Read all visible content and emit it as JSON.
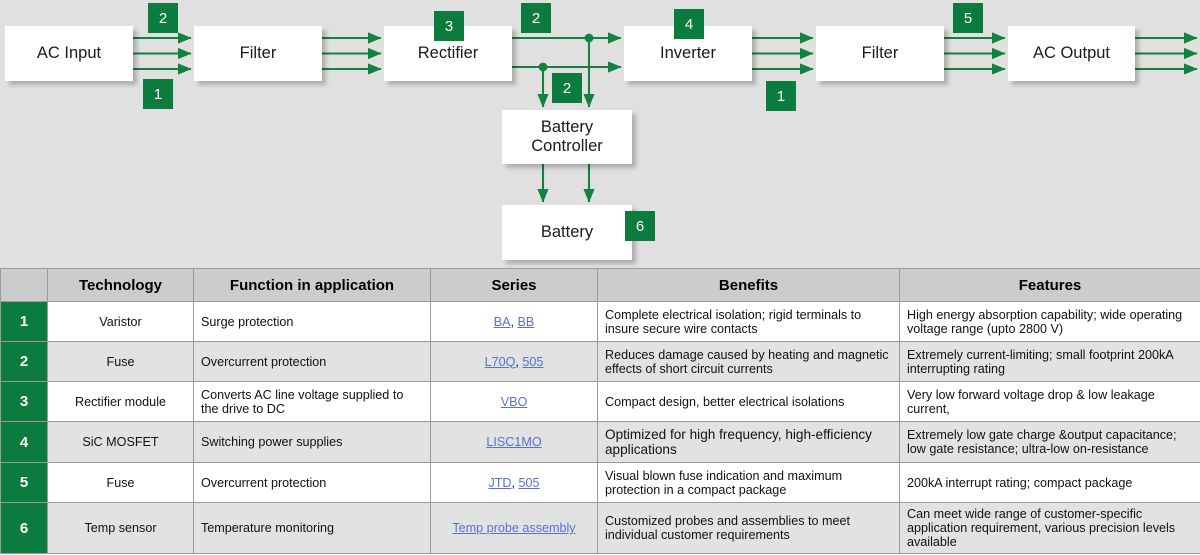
{
  "diagram": {
    "background_color": "#e0e0e0",
    "accent_color": "#0b7c3e",
    "nodes": [
      {
        "id": "ac-input",
        "label": "AC Input"
      },
      {
        "id": "filter-input",
        "label": "Filter"
      },
      {
        "id": "rectifier",
        "label": "Rectifier"
      },
      {
        "id": "inverter",
        "label": "Inverter"
      },
      {
        "id": "filter-output",
        "label": "Filter"
      },
      {
        "id": "ac-output",
        "label": "AC Output"
      },
      {
        "id": "battery-controller",
        "label": "Battery\nController"
      },
      {
        "id": "battery",
        "label": "Battery"
      }
    ],
    "node_labels": {
      "ac_input": "AC Input",
      "filter_input": "Filter",
      "rectifier": "Rectifier",
      "inverter": "Inverter",
      "filter_output": "Filter",
      "ac_output": "AC Output",
      "battery_controller_line1": "Battery",
      "battery_controller_line2": "Controller",
      "battery": "Battery"
    },
    "badges": [
      {
        "id": "badge-ac-in-top",
        "number": "2"
      },
      {
        "id": "badge-ac-in-bottom",
        "number": "1"
      },
      {
        "id": "badge-rectifier",
        "number": "3"
      },
      {
        "id": "badge-dc-bus",
        "number": "2"
      },
      {
        "id": "badge-battery-branch",
        "number": "2"
      },
      {
        "id": "badge-inverter",
        "number": "4"
      },
      {
        "id": "badge-inverter-out",
        "number": "1"
      },
      {
        "id": "badge-filter-out",
        "number": "5"
      },
      {
        "id": "badge-battery",
        "number": "6"
      }
    ]
  },
  "table": {
    "headers": [
      "",
      "Technology",
      "Function in application",
      "Series",
      "Benefits",
      "Features"
    ],
    "rows": [
      {
        "num": "1",
        "technology": "Varistor",
        "function": "Surge protection",
        "series_links": [
          "BA",
          "BB"
        ],
        "series_separator": ", ",
        "benefits": "Complete electrical isolation; rigid terminals to insure secure wire contacts",
        "features": "High energy absorption capability; wide operating voltage range (upto 2800 V)"
      },
      {
        "num": "2",
        "technology": "Fuse",
        "function": "Overcurrent protection",
        "series_links": [
          "L70Q",
          "505"
        ],
        "series_separator": ", ",
        "benefits": "Reduces damage caused by heating and magnetic effects of short circuit currents",
        "features": "Extremely current-limiting; small footprint 200kA interrupting rating"
      },
      {
        "num": "3",
        "technology": "Rectifier module",
        "function": "Converts AC line voltage supplied to the drive to DC",
        "series_links": [
          "VBO"
        ],
        "series_separator": "",
        "benefits": "Compact design, better electrical isolations",
        "features": "Very low forward voltage drop & low leakage current,"
      },
      {
        "num": "4",
        "technology": "SiC MOSFET",
        "function": "Switching power supplies",
        "series_links": [
          "LISC1MO"
        ],
        "series_separator": "",
        "benefits": "Optimized for high frequency, high-efficiency applications",
        "features": "Extremely low gate charge &output capacitance; low gate resistance; ultra-low on-resistance"
      },
      {
        "num": "5",
        "technology": "Fuse",
        "function": "Overcurrent protection",
        "series_links": [
          "JTD",
          "505"
        ],
        "series_separator": ", ",
        "benefits": "Visual blown fuse indication and maximum protection in a compact package",
        "features": "200kA  interrupt rating; compact package"
      },
      {
        "num": "6",
        "technology": "Temp sensor",
        "function": "Temperature monitoring",
        "series_links": [
          "Temp probe assembly"
        ],
        "series_separator": "",
        "benefits": "Customized probes and assemblies to meet individual customer requirements",
        "features": "Can meet wide range of customer-specific application requirement, various precision levels available"
      }
    ]
  }
}
